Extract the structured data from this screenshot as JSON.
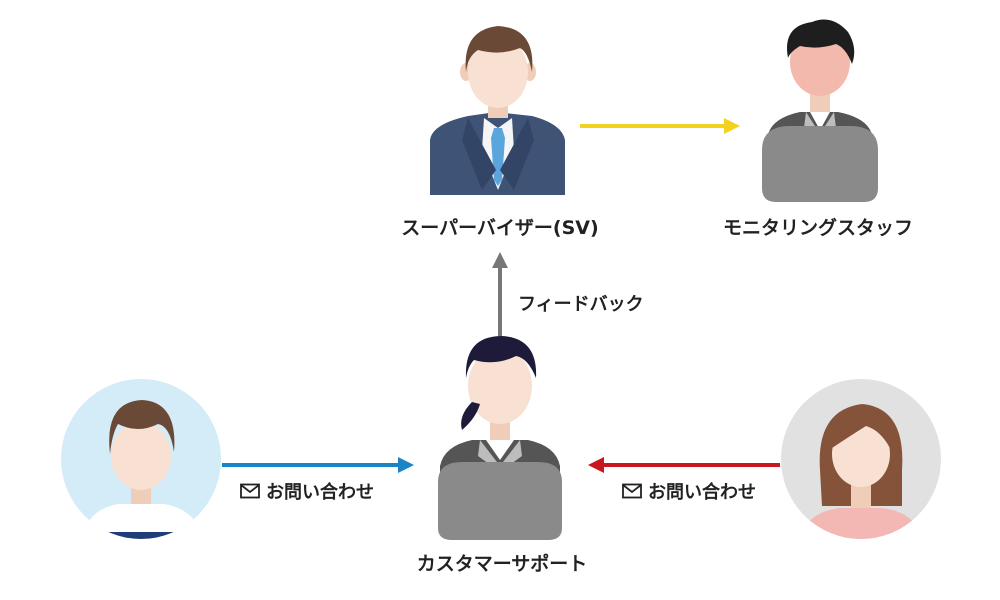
{
  "nodes": {
    "supervisor": {
      "label": "スーパーバイザー(SV)"
    },
    "monitoring": {
      "label": "モニタリングスタッフ"
    },
    "support": {
      "label": "カスタマーサポート"
    },
    "customer_left": {
      "label": ""
    },
    "customer_right": {
      "label": ""
    }
  },
  "edges": {
    "feedback": {
      "label": "フィードバック",
      "color": "#777777"
    },
    "sv_to_monitoring": {
      "label": "",
      "color": "#f2d21e"
    },
    "left_inquiry": {
      "label": "お問い合わせ",
      "icon": "mail-icon",
      "color": "#1a84c7"
    },
    "right_inquiry": {
      "label": "お問い合わせ",
      "icon": "mail-icon",
      "color": "#c8171e"
    }
  },
  "colors": {
    "suit": "#3f5377",
    "tie": "#5aa6dc",
    "skin": "#f8e1d2",
    "hair_brown": "#6a4a36",
    "headset": "#8a8a8a",
    "left_circle": "#d3ecf8",
    "right_circle": "#e1e1e1"
  }
}
